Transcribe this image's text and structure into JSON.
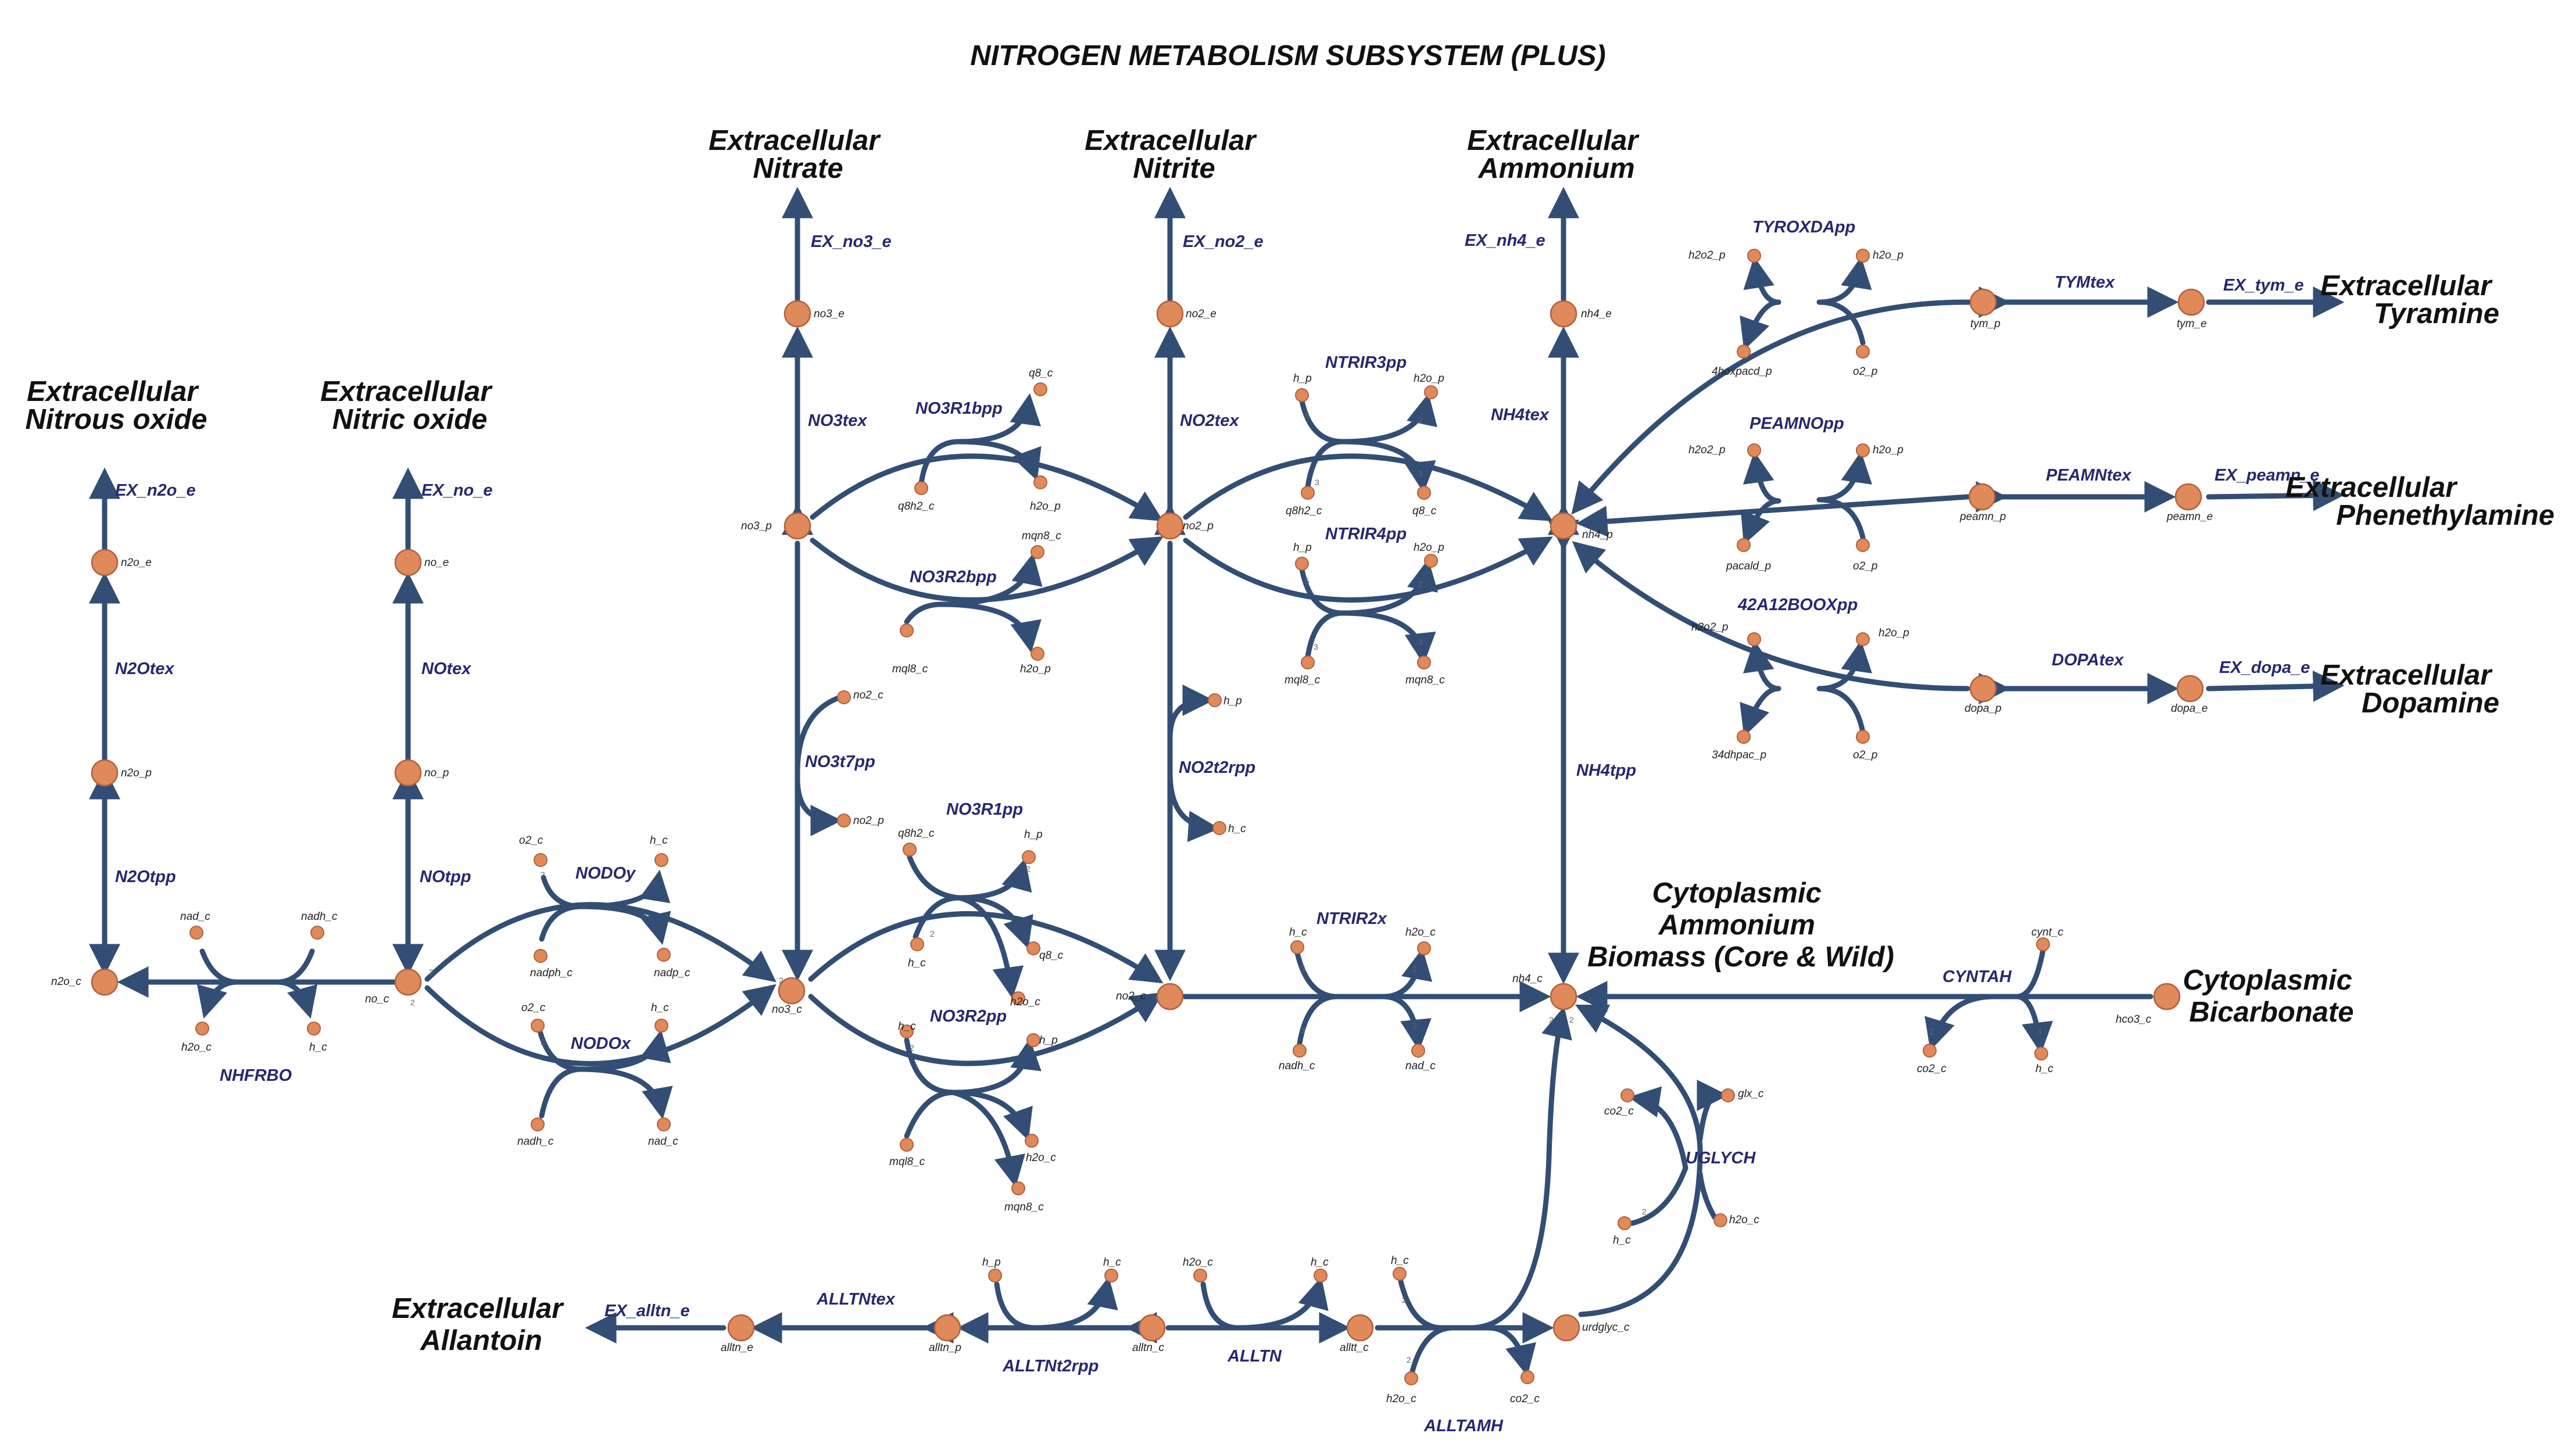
{
  "title": "NITROGEN METABOLISM SUBSYSTEM (PLUS)",
  "regions": {
    "nitrous_oxide": [
      "Extracellular",
      "Nitrous oxide"
    ],
    "nitric_oxide": [
      "Extracellular",
      "Nitric oxide"
    ],
    "nitrate": [
      "Extracellular",
      "Nitrate"
    ],
    "nitrite": [
      "Extracellular",
      "Nitrite"
    ],
    "ammonium": [
      "Extracellular",
      "Ammonium"
    ],
    "tyramine": [
      "Extracellular",
      "Tyramine"
    ],
    "phenethylamine": [
      "Extracellular",
      "Phenethylamine"
    ],
    "dopamine": [
      "Extracellular",
      "Dopamine"
    ],
    "cytoplasmic_ammonium": [
      "Cytoplasmic",
      "Ammonium",
      "Biomass (Core & Wild)"
    ],
    "bicarbonate": [
      "Cytoplasmic",
      "Bicarbonate"
    ],
    "allantoin": [
      "Extracellular",
      "Allantoin"
    ]
  },
  "reactions": {
    "ex_n2o_e": "EX_n2o_e",
    "n2otex": "N2Otex",
    "n2otpp": "N2Otpp",
    "nhfrbo": "NHFRBO",
    "ex_no_e": "EX_no_e",
    "notex": "NOtex",
    "notpp": "NOtpp",
    "nodoy": "NODOy",
    "nodox": "NODOx",
    "ex_no3_e": "EX_no3_e",
    "no3tex": "NO3tex",
    "no3t7pp": "NO3t7pp",
    "no3r1bpp": "NO3R1bpp",
    "no3r2bpp": "NO3R2bpp",
    "no3r1pp": "NO3R1pp",
    "no3r2pp": "NO3R2pp",
    "ex_no2_e": "EX_no2_e",
    "no2tex": "NO2tex",
    "no2t2rpp": "NO2t2rpp",
    "ntrir3pp": "NTRIR3pp",
    "ntrir4pp": "NTRIR4pp",
    "ntrir2x": "NTRIR2x",
    "ex_nh4_e": "EX_nh4_e",
    "nh4tex": "NH4tex",
    "nh4tpp": "NH4tpp",
    "tyroxdapp": "TYROXDApp",
    "tymtex": "TYMtex",
    "ex_tym_e": "EX_tym_e",
    "peamnopp": "PEAMNOpp",
    "peamntex": "PEAMNtex",
    "ex_peamn_e": "EX_peamn_e",
    "a42a12booxpp": "42A12BOOXpp",
    "dopatex": "DOPAtex",
    "ex_dopa_e": "EX_dopa_e",
    "cyntah": "CYNTAH",
    "uglych": "UGLYCH",
    "ex_alltn_e": "EX_alltn_e",
    "alltntex": "ALLTNtex",
    "alltnt2rpp": "ALLTNt2rpp",
    "alltn": "ALLTN",
    "alltamh": "ALLTAMH"
  },
  "metabolites": {
    "n2o_e": "n2o_e",
    "n2o_p": "n2o_p",
    "n2o_c": "n2o_c",
    "no_e": "no_e",
    "no_p": "no_p",
    "no_c": "no_c",
    "nad_c": "nad_c",
    "nadh_c": "nadh_c",
    "h2o_c": "h2o_c",
    "h_c": "h_c",
    "o2_c": "o2_c",
    "nadph_c": "nadph_c",
    "nadp_c": "nadp_c",
    "no3_e": "no3_e",
    "no3_p": "no3_p",
    "no3_c": "no3_c",
    "q8_c": "q8_c",
    "q8h2_c": "q8h2_c",
    "h2o_p": "h2o_p",
    "mqn8_c": "mqn8_c",
    "mql8_c": "mql8_c",
    "no2_e": "no2_e",
    "no2_p": "no2_p",
    "no2_c": "no2_c",
    "h_p": "h_p",
    "nh4_e": "nh4_e",
    "nh4_p": "nh4_p",
    "nh4_c": "nh4_c",
    "h2o2_p": "h2o2_p",
    "4hoxpacd_p": "4hoxpacd_p",
    "o2_p": "o2_p",
    "tym_p": "tym_p",
    "tym_e": "tym_e",
    "pacald_p": "pacald_p",
    "peamn_p": "peamn_p",
    "peamn_e": "peamn_e",
    "34dhpac_p": "34dhpac_p",
    "dopa_p": "dopa_p",
    "dopa_e": "dopa_e",
    "cynt_c": "cynt_c",
    "co2_c": "co2_c",
    "hco3_c": "hco3_c",
    "glx_c": "glx_c",
    "urdglyc_c": "urdglyc_c",
    "alltn_e": "alltn_e",
    "alltn_p": "alltn_p",
    "alltn_c": "alltn_c",
    "alltt_c": "alltt_c"
  },
  "node_color": "#e08a5c",
  "edge_color": "#334e74",
  "reaction_label_color": "#26286e"
}
